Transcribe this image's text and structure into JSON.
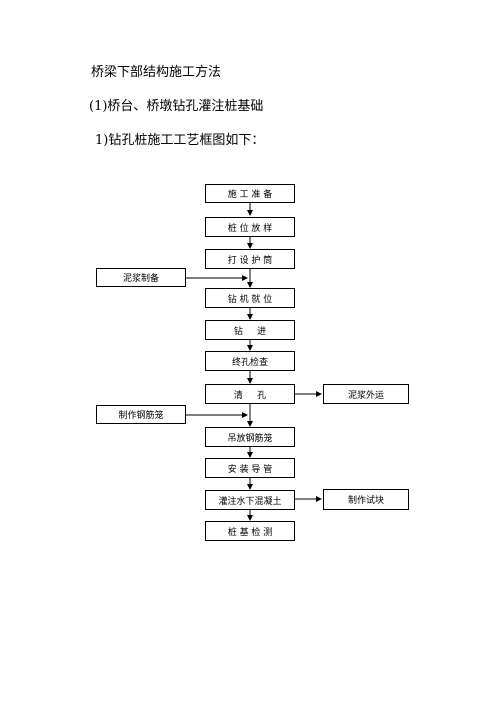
{
  "heading": {
    "title": "桥梁下部结构施工方法",
    "section": "(1)桥台、桥墩钻孔灌注桩基础",
    "subsection": "1)钻孔桩施工工艺框图如下："
  },
  "flow": {
    "main_steps": [
      "施 工 准 备",
      "桩 位 放 样",
      "打 设 护 筒",
      "钻 机 就 位",
      "钻     进",
      "终孔检查",
      "清     孔",
      "吊放钢筋笼",
      "安 装 导 管",
      "灌注水下混凝土",
      "桩 基 检 测"
    ],
    "left_inputs": [
      "泥浆制备",
      "制作钢筋笼"
    ],
    "right_outputs": [
      "泥浆外运",
      "制作试块"
    ]
  }
}
